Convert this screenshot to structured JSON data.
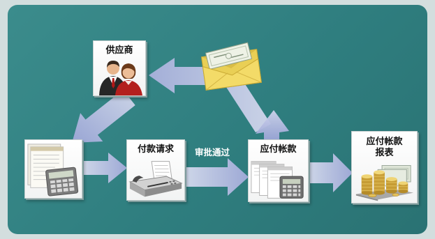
{
  "diagram": {
    "nodes": {
      "supplier": {
        "label": "供应商",
        "icon": "people-icon"
      },
      "source_documents": {
        "icon": "calculator-document-icon"
      },
      "payment_request": {
        "label": "付款请求",
        "icon": "printer-icon"
      },
      "accounts_payable": {
        "label": "应付帐款",
        "icon": "documents-calculator-icon"
      },
      "ap_report": {
        "label_line1": "应付帐款",
        "label_line2": "报表",
        "icon": "coins-icon"
      },
      "payment": {
        "icon": "envelope-money-icon"
      }
    },
    "edges": {
      "approval_label": "审批通过"
    }
  },
  "colors": {
    "background": "#d3dede",
    "panel": "#2f7e7f",
    "arrow_light": "#d6dbee",
    "arrow_dark": "#a3abda",
    "card": "#ffffff",
    "edge_label": "#ffffff"
  }
}
